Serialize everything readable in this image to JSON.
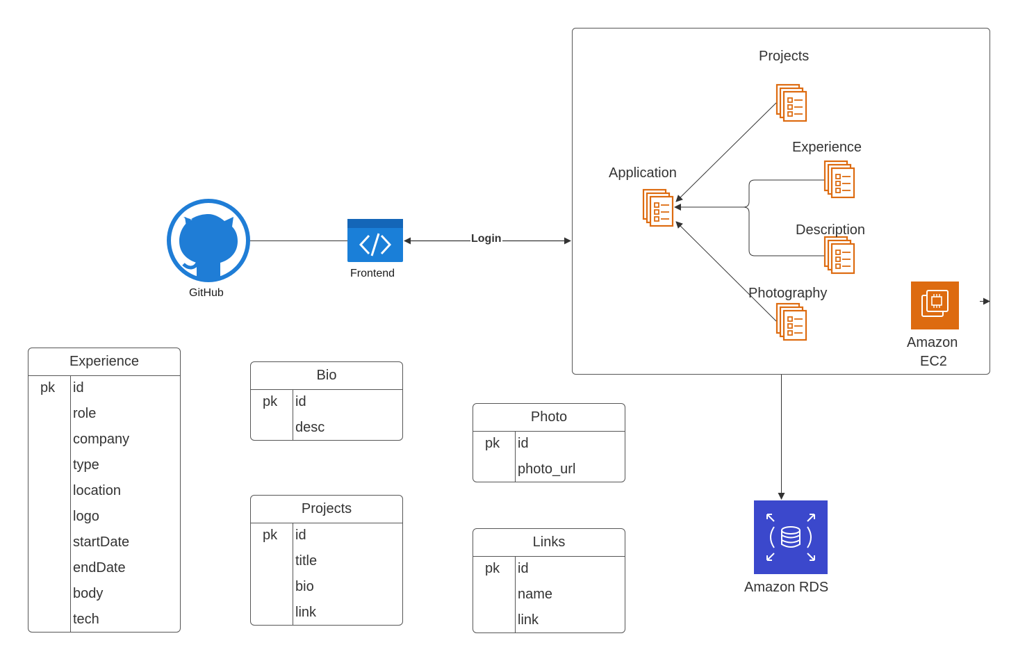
{
  "labels": {
    "github": "GitHub",
    "frontend": "Frontend",
    "login": "Login",
    "projects": "Projects",
    "experience": "Experience",
    "application": "Application",
    "description": "Description",
    "photography": "Photography",
    "ec2_line1": "Amazon",
    "ec2_line2": "EC2",
    "rds": "Amazon RDS"
  },
  "icons": {
    "github": "github-icon",
    "frontend": "code-icon",
    "document": "document-stack-icon",
    "ec2": "ec2-chip-icon",
    "rds": "database-icon"
  },
  "colors": {
    "github_blue": "#1f7dd6",
    "frontend_blue": "#1a7fd8",
    "aws_orange": "#dd6b10",
    "rds_blue": "#3b48cc",
    "line": "#333333"
  },
  "tables": {
    "experience": {
      "title": "Experience",
      "key": "pk",
      "fields": [
        "id",
        "role",
        "company",
        "type",
        "location",
        "logo",
        "startDate",
        "endDate",
        "body",
        "tech"
      ]
    },
    "bio": {
      "title": "Bio",
      "key": "pk",
      "fields": [
        "id",
        "desc"
      ]
    },
    "photo": {
      "title": "Photo",
      "key": "pk",
      "fields": [
        "id",
        "photo_url"
      ]
    },
    "projects": {
      "title": "Projects",
      "key": "pk",
      "fields": [
        "id",
        "title",
        "bio",
        "link"
      ]
    },
    "links": {
      "title": "Links",
      "key": "pk",
      "fields": [
        "id",
        "name",
        "link"
      ]
    }
  }
}
